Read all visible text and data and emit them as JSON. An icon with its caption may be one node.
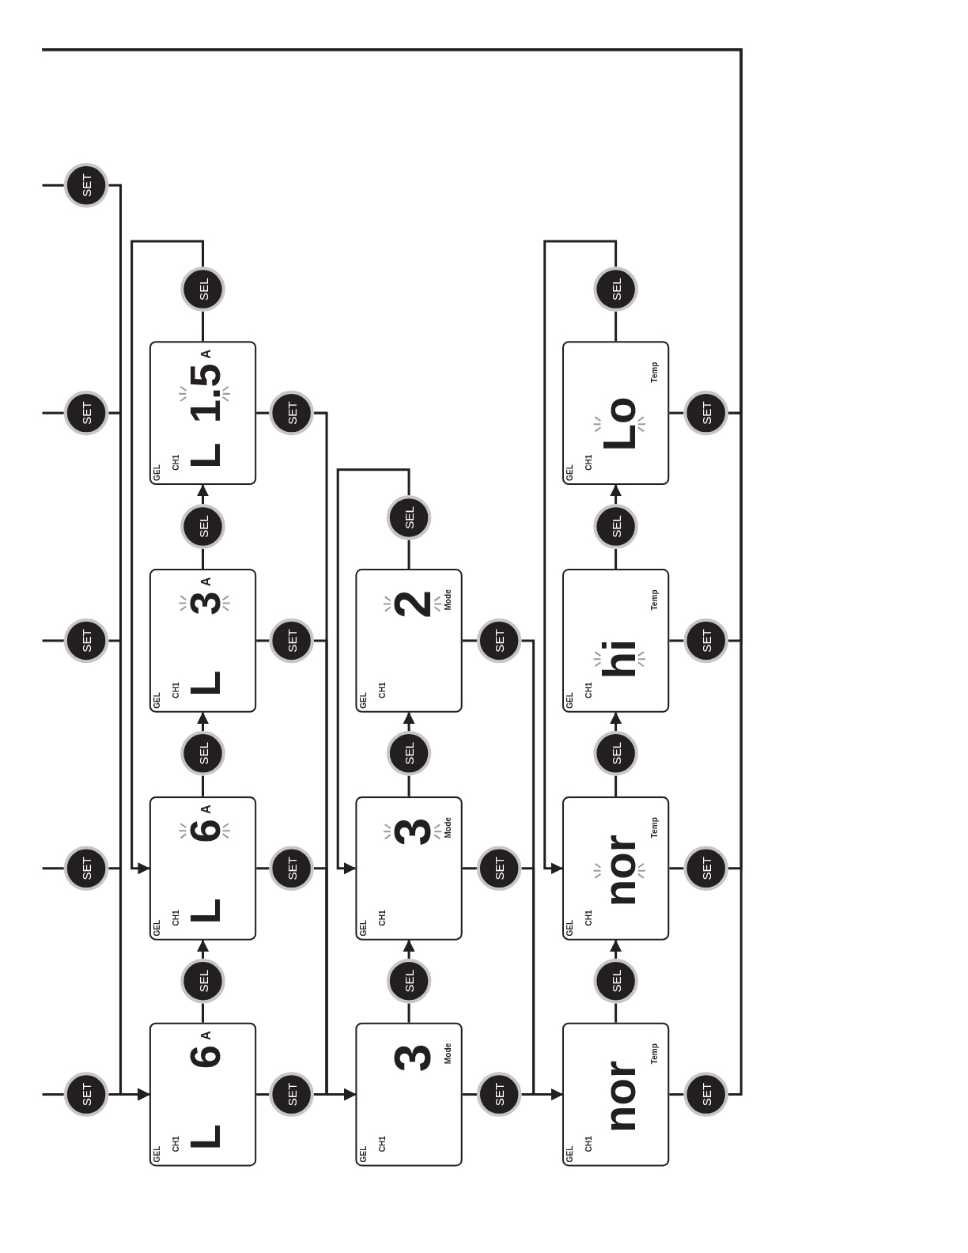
{
  "diagram": {
    "nodes": [
      {
        "text": [
          "SET"
        ]
      },
      {
        "text": [
          "SET"
        ]
      },
      {
        "text": [
          "SET"
        ]
      },
      {
        "text": [
          "SET"
        ]
      },
      {
        "text": [
          "SET"
        ]
      },
      {
        "text": [
          "GEL",
          "CH1",
          "L",
          "6",
          "A"
        ]
      },
      {
        "text": [
          "SEL"
        ]
      },
      {
        "text": [
          "GEL",
          "CH1",
          "L",
          "6",
          "A"
        ]
      },
      {
        "text": [
          "SEL"
        ]
      },
      {
        "text": [
          "GEL",
          "CH1",
          "L",
          "3",
          "A"
        ]
      },
      {
        "text": [
          "SEL"
        ]
      },
      {
        "text": [
          "GEL",
          "CH1",
          "L",
          "1.5",
          "A"
        ]
      },
      {
        "text": [
          "SEL"
        ]
      },
      {
        "text": [
          "SET"
        ]
      },
      {
        "text": [
          "SET"
        ]
      },
      {
        "text": [
          "SET"
        ]
      },
      {
        "text": [
          "SET"
        ]
      },
      {
        "text": [
          "GEL",
          "CH1",
          "3",
          "Mode"
        ]
      },
      {
        "text": [
          "SEL"
        ]
      },
      {
        "text": [
          "GEL",
          "CH1",
          "3",
          "Mode"
        ]
      },
      {
        "text": [
          "SEL"
        ]
      },
      {
        "text": [
          "GEL",
          "CH1",
          "2",
          "Mode"
        ]
      },
      {
        "text": [
          "SEL"
        ]
      },
      {
        "text": [
          "SET"
        ]
      },
      {
        "text": [
          "SET"
        ]
      },
      {
        "text": [
          "SET"
        ]
      },
      {
        "text": [
          "GEL",
          "CH1",
          "nor",
          "Temp"
        ]
      },
      {
        "text": [
          "SEL"
        ]
      },
      {
        "text": [
          "GEL",
          "CH1",
          "nor",
          "Temp"
        ]
      },
      {
        "text": [
          "SEL"
        ]
      },
      {
        "text": [
          "GEL",
          "CH1",
          "hi",
          "Temp"
        ]
      },
      {
        "text": [
          "SEL"
        ]
      },
      {
        "text": [
          "GEL",
          "CH1",
          "Lo",
          "Temp"
        ]
      },
      {
        "text": [
          "SEL"
        ]
      },
      {
        "text": [
          "SET"
        ]
      },
      {
        "text": [
          "SET"
        ]
      },
      {
        "text": [
          "SET"
        ]
      },
      {
        "text": [
          "SET"
        ]
      }
    ],
    "edges": [
      {
        "from": null,
        "to": 0,
        "arrow": "none"
      },
      {
        "from": null,
        "to": 1,
        "arrow": "none"
      },
      {
        "from": null,
        "to": 2,
        "arrow": "none"
      },
      {
        "from": null,
        "to": 3,
        "arrow": "none"
      },
      {
        "from": null,
        "to": 4,
        "arrow": "none"
      },
      {
        "from": 0,
        "to": 5,
        "arrow": "to"
      },
      {
        "from": 1,
        "to": 5,
        "arrow": "to"
      },
      {
        "from": 2,
        "to": 5,
        "arrow": "to"
      },
      {
        "from": 3,
        "to": 5,
        "arrow": "to"
      },
      {
        "from": 4,
        "to": 5,
        "arrow": "to"
      },
      {
        "from": 5,
        "to": 6,
        "arrow": "none"
      },
      {
        "from": 6,
        "to": 7,
        "arrow": "to"
      },
      {
        "from": 7,
        "to": 8,
        "arrow": "none"
      },
      {
        "from": 8,
        "to": 9,
        "arrow": "to"
      },
      {
        "from": 9,
        "to": 10,
        "arrow": "none"
      },
      {
        "from": 10,
        "to": 11,
        "arrow": "to"
      },
      {
        "from": 11,
        "to": 12,
        "arrow": "none"
      },
      {
        "from": 12,
        "to": 7,
        "arrow": "to"
      },
      {
        "from": 5,
        "to": 13,
        "arrow": "none"
      },
      {
        "from": 7,
        "to": 14,
        "arrow": "none"
      },
      {
        "from": 9,
        "to": 15,
        "arrow": "none"
      },
      {
        "from": 11,
        "to": 16,
        "arrow": "none"
      },
      {
        "from": 13,
        "to": 17,
        "arrow": "to"
      },
      {
        "from": 14,
        "to": 17,
        "arrow": "to"
      },
      {
        "from": 15,
        "to": 17,
        "arrow": "to"
      },
      {
        "from": 16,
        "to": 17,
        "arrow": "to"
      },
      {
        "from": 17,
        "to": 18,
        "arrow": "none"
      },
      {
        "from": 18,
        "to": 19,
        "arrow": "to"
      },
      {
        "from": 19,
        "to": 20,
        "arrow": "none"
      },
      {
        "from": 20,
        "to": 21,
        "arrow": "to"
      },
      {
        "from": 21,
        "to": 22,
        "arrow": "none"
      },
      {
        "from": 22,
        "to": 19,
        "arrow": "to"
      },
      {
        "from": 17,
        "to": 23,
        "arrow": "none"
      },
      {
        "from": 19,
        "to": 24,
        "arrow": "none"
      },
      {
        "from": 21,
        "to": 25,
        "arrow": "none"
      },
      {
        "from": 23,
        "to": 26,
        "arrow": "to"
      },
      {
        "from": 24,
        "to": 26,
        "arrow": "to"
      },
      {
        "from": 25,
        "to": 26,
        "arrow": "to"
      },
      {
        "from": 26,
        "to": 27,
        "arrow": "none"
      },
      {
        "from": 27,
        "to": 28,
        "arrow": "to"
      },
      {
        "from": 28,
        "to": 29,
        "arrow": "none"
      },
      {
        "from": 29,
        "to": 30,
        "arrow": "to"
      },
      {
        "from": 30,
        "to": 31,
        "arrow": "none"
      },
      {
        "from": 31,
        "to": 32,
        "arrow": "to"
      },
      {
        "from": 32,
        "to": 33,
        "arrow": "none"
      },
      {
        "from": 33,
        "to": 28,
        "arrow": "to"
      },
      {
        "from": 26,
        "to": 34,
        "arrow": "none"
      },
      {
        "from": 28,
        "to": 35,
        "arrow": "none"
      },
      {
        "from": 30,
        "to": 36,
        "arrow": "none"
      },
      {
        "from": 32,
        "to": 37,
        "arrow": "none"
      },
      {
        "from": 34,
        "to": null,
        "arrow": "none"
      },
      {
        "from": 35,
        "to": null,
        "arrow": "none"
      },
      {
        "from": 36,
        "to": null,
        "arrow": "none"
      },
      {
        "from": 37,
        "to": null,
        "arrow": "none"
      }
    ]
  }
}
